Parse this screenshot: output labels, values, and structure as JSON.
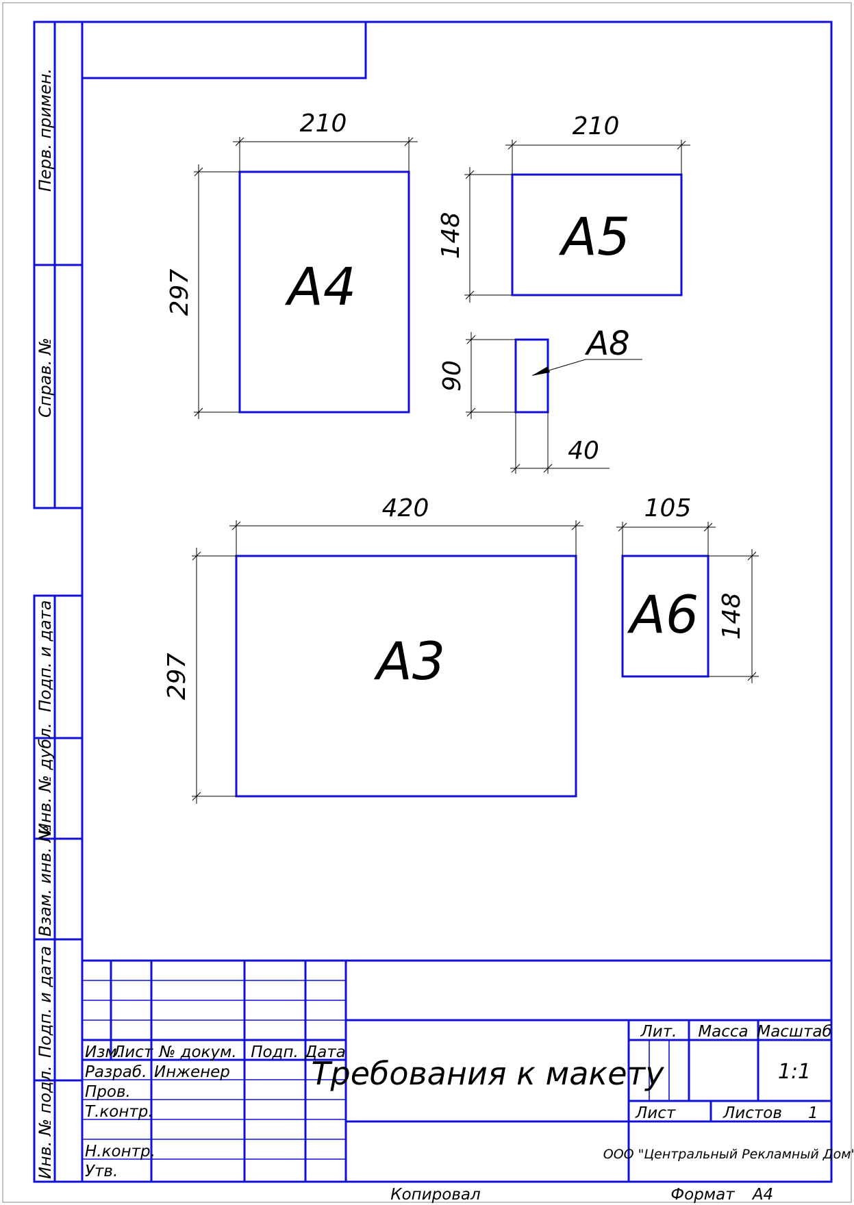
{
  "side_stamp": {
    "perv_primen": "Перв. примен.",
    "sprav_no": "Справ. №",
    "podp_data_1": "Подп. и дата",
    "inv_no_dubl": "Инв. № дубл.",
    "vzam_inv_no": "Взам. инв. №",
    "podp_data_2": "Подп. и дата",
    "inv_no_podl": "Инв. № подл."
  },
  "drawing": {
    "a4": {
      "label": "A4",
      "width": "210",
      "height": "297"
    },
    "a5": {
      "label": "A5",
      "width": "210",
      "height": "148"
    },
    "a8": {
      "label": "A8",
      "width": "40",
      "height": "90"
    },
    "a3": {
      "label": "A3",
      "width": "420",
      "height": "297"
    },
    "a6": {
      "label": "A6",
      "width": "105",
      "height": "148"
    }
  },
  "title_block": {
    "col_izm": "Изм.",
    "col_list": "Лист",
    "col_dokum": "№ докум.",
    "col_podp": "Подп.",
    "col_data": "Дата",
    "row_razrab": "Разраб.",
    "razrab_name": "Инженер",
    "row_prov": "Пров.",
    "row_tkontr": "Т.контр.",
    "row_nkontr": "Н.контр.",
    "row_utv": "Утв.",
    "title": "Требования к макету",
    "lit": "Лит.",
    "massa": "Масса",
    "masshtab": "Масштаб",
    "scale": "1:1",
    "list": "Лист",
    "listov": "Листов",
    "listov_value": "1",
    "organization": "ООО \"Центральный Рекламный Дом\"",
    "kopiroval": "Копировал",
    "format_label": "Формат",
    "format_value": "A4"
  }
}
